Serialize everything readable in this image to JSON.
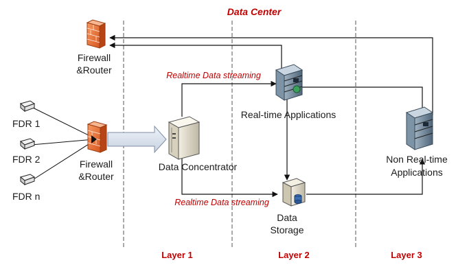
{
  "diagram": {
    "title": "Data Center",
    "stream_top": "Realtime Data streaming",
    "stream_bottom": "Realtime Data streaming",
    "layers": [
      "Layer 1",
      "Layer 2",
      "Layer 3"
    ],
    "fdrs": [
      "FDR 1",
      "FDR 2",
      "FDR n"
    ],
    "firewall_top": [
      "Firewall",
      "&Router"
    ],
    "firewall_mid": [
      "Firewall",
      "&Router"
    ],
    "concentrator": "Data Concentrator",
    "realtime_apps": "Real-time Applications",
    "storage": [
      "Data",
      "Storage"
    ],
    "non_realtime": [
      "Non Real-time",
      "Applications"
    ],
    "colors": {
      "accent_red": "#c00000",
      "firewall_orange": "#e8733a",
      "server_blue": "#6f879c"
    }
  }
}
